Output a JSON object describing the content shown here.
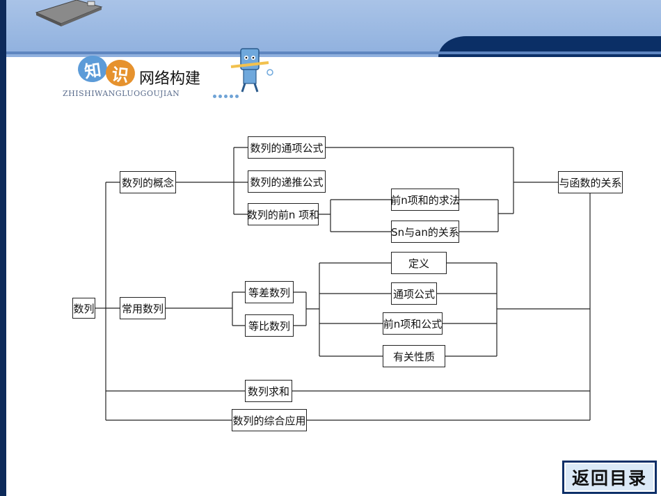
{
  "header": {
    "logo_char_1": "知",
    "logo_char_2": "识",
    "logo_title": "网络构建",
    "logo_pinyin": "ZHISHIWANGLUOGOUJIAN"
  },
  "diagram": {
    "root": "数列",
    "concept": "数列的概念",
    "general_formula": "数列的通项公式",
    "recursive_formula": "数列的递推公式",
    "sum_first_n": "数列的前n 项和",
    "sum_method": "前n项和的求法",
    "sn_an_relation": "Sn与an的关系",
    "function_relation": "与函数的关系",
    "common_sequences": "常用数列",
    "arithmetic": "等差数列",
    "geometric": "等比数列",
    "definition": "定义",
    "term_formula": "通项公式",
    "sum_formula": "前n项和公式",
    "properties": "有关性质",
    "summation": "数列求和",
    "application": "数列的综合应用"
  },
  "footer": {
    "back_button": "返回目录"
  },
  "colors": {
    "dark_navy": "#0b2f66",
    "header_blue": "#a9c3e7",
    "line": "#222222"
  }
}
